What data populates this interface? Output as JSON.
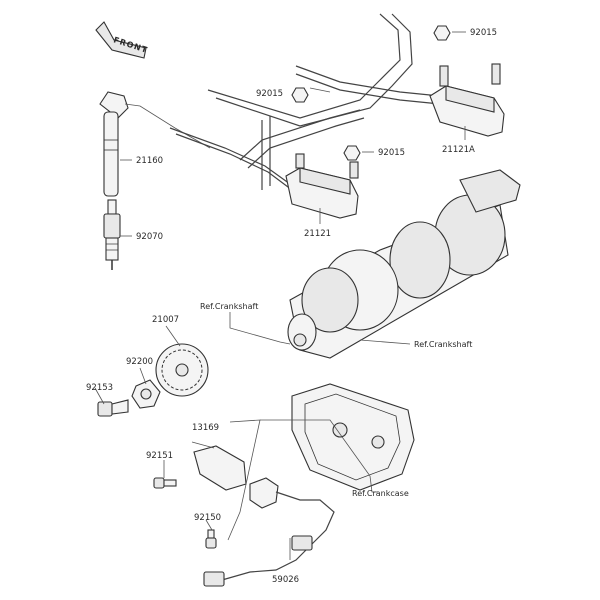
{
  "front_label": "FRONT",
  "parts": {
    "p21160": "21160",
    "p92070": "92070",
    "p92015_a": "92015",
    "p92015_b": "92015",
    "p92015_c": "92015",
    "p21121": "21121",
    "p21121A": "21121A",
    "p21007": "21007",
    "p92200": "92200",
    "p92153": "92153",
    "p13169": "13169",
    "p92151": "92151",
    "p92150": "92150",
    "p59026": "59026"
  },
  "refs": {
    "crankshaft_1": "Ref.Crankshaft",
    "crankshaft_2": "Ref.Crankshaft",
    "crankcase": "Ref.Crankcase"
  }
}
